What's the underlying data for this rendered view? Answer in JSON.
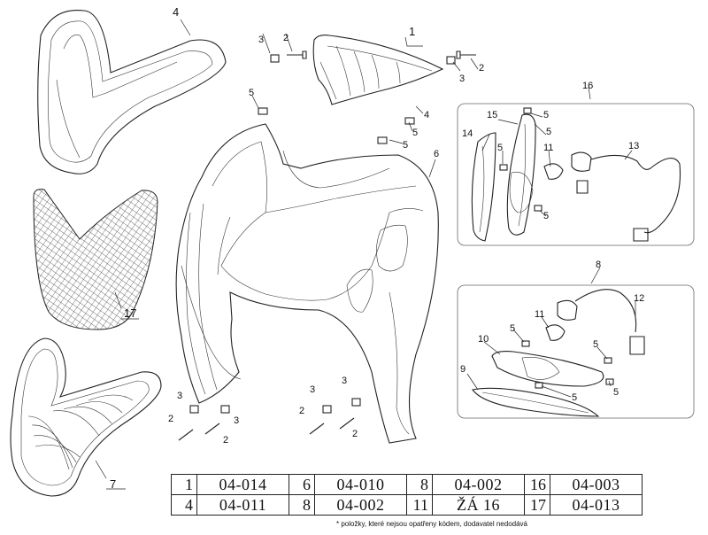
{
  "callouts": {
    "c4": "4",
    "c1": "1",
    "c3a": "3",
    "c2a": "2",
    "c3b": "3",
    "c2b": "2",
    "c5a": "5",
    "c4b": "4",
    "c5b": "5",
    "c5c": "5",
    "c6": "6",
    "c17": "17",
    "c7": "7",
    "c3c": "3",
    "c3d": "3",
    "c2c": "2",
    "c2d": "2",
    "c3e": "3",
    "c3f": "3",
    "c2e": "2",
    "c2f": "2",
    "c16": "16",
    "c15": "15",
    "c5d": "5",
    "c5e": "5",
    "c14": "14",
    "c5f": "5",
    "c11a": "11",
    "c13": "13",
    "c5g": "5",
    "c8": "8",
    "c12": "12",
    "c11b": "11",
    "c5h": "5",
    "c10": "10",
    "c5i": "5",
    "c9": "9",
    "c5j": "5",
    "c5k": "5"
  },
  "parts_table": [
    [
      {
        "num": "1",
        "code": "04-014"
      },
      {
        "num": "6",
        "code": "04-010"
      },
      {
        "num": "8",
        "code": "04-002"
      },
      {
        "num": "16",
        "code": "04-003"
      }
    ],
    [
      {
        "num": "4",
        "code": "04-011"
      },
      {
        "num": "8",
        "code": "04-002"
      },
      {
        "num": "11",
        "code": "ŽÁ 16"
      },
      {
        "num": "17",
        "code": "04-013"
      }
    ]
  ],
  "footnote": "* položky, které nejsou opatřeny kódem, dodavatel nedodává"
}
